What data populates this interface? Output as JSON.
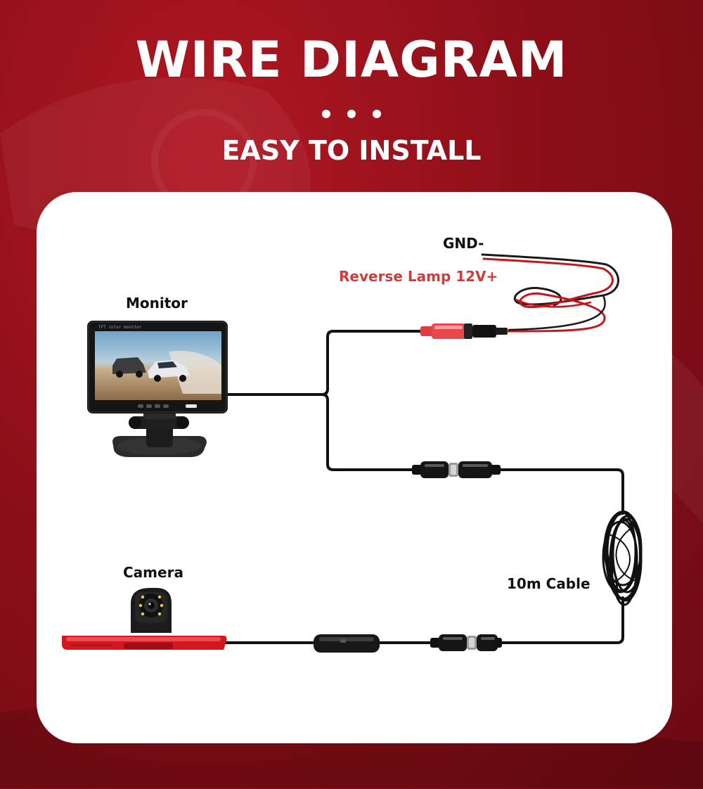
{
  "header": {
    "title": "WIRE DIAGRAM",
    "subtitle": "EASY TO INSTALL"
  },
  "labels": {
    "gnd": "GND-",
    "reverse": "Reverse Lamp 12V+",
    "monitor": "Monitor",
    "camera": "Camera",
    "cable": "10m Cable",
    "monitor_screen_text": "TFT color monitor"
  },
  "colors": {
    "background": "#8e0f18",
    "panel": "#ffffff",
    "reverse_label": "#d33b3b",
    "label_text": "#111111",
    "wire": "#111111",
    "red_wire": "#c8141c",
    "brake_light": "#d4171f"
  }
}
